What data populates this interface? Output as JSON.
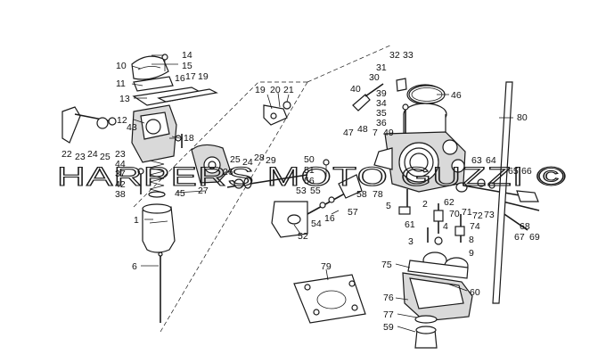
{
  "diagram": {
    "watermark": "HARPERS MOTO GUZZI ©",
    "callouts": [
      {
        "id": "c14",
        "text": "14"
      },
      {
        "id": "c10",
        "text": "10"
      },
      {
        "id": "c15",
        "text": "15"
      },
      {
        "id": "c16",
        "text": "16"
      },
      {
        "id": "c17",
        "text": "17"
      },
      {
        "id": "c11",
        "text": "11"
      },
      {
        "id": "c13",
        "text": "13"
      },
      {
        "id": "c19a",
        "text": "19"
      },
      {
        "id": "c12",
        "text": "12"
      },
      {
        "id": "c43",
        "text": "43"
      },
      {
        "id": "c18",
        "text": "18"
      },
      {
        "id": "c22",
        "text": "22"
      },
      {
        "id": "c23a",
        "text": "23"
      },
      {
        "id": "c24a",
        "text": "24"
      },
      {
        "id": "c25a",
        "text": "25"
      },
      {
        "id": "c23b",
        "text": "23"
      },
      {
        "id": "c44",
        "text": "44"
      },
      {
        "id": "c37",
        "text": "37"
      },
      {
        "id": "c42",
        "text": "42"
      },
      {
        "id": "c38",
        "text": "38"
      },
      {
        "id": "c45",
        "text": "45"
      },
      {
        "id": "c27",
        "text": "27"
      },
      {
        "id": "c1",
        "text": "1"
      },
      {
        "id": "c6",
        "text": "6"
      },
      {
        "id": "c19b",
        "text": "19"
      },
      {
        "id": "c20",
        "text": "20"
      },
      {
        "id": "c21",
        "text": "21"
      },
      {
        "id": "c25b",
        "text": "25"
      },
      {
        "id": "c24b",
        "text": "24"
      },
      {
        "id": "c28",
        "text": "28"
      },
      {
        "id": "c29",
        "text": "29"
      },
      {
        "id": "c26",
        "text": "26"
      },
      {
        "id": "c32",
        "text": "32"
      },
      {
        "id": "c33",
        "text": "33"
      },
      {
        "id": "c31",
        "text": "31"
      },
      {
        "id": "c30",
        "text": "30"
      },
      {
        "id": "c40",
        "text": "40"
      },
      {
        "id": "c39",
        "text": "39"
      },
      {
        "id": "c46",
        "text": "46"
      },
      {
        "id": "c34",
        "text": "34"
      },
      {
        "id": "c35",
        "text": "35"
      },
      {
        "id": "c36",
        "text": "36"
      },
      {
        "id": "c80",
        "text": "80"
      },
      {
        "id": "c47",
        "text": "47"
      },
      {
        "id": "c48",
        "text": "48"
      },
      {
        "id": "c7",
        "text": "7"
      },
      {
        "id": "c49",
        "text": "49"
      },
      {
        "id": "c50",
        "text": "50"
      },
      {
        "id": "c51",
        "text": "51"
      },
      {
        "id": "c56",
        "text": "56"
      },
      {
        "id": "c55",
        "text": "55"
      },
      {
        "id": "c53",
        "text": "53"
      },
      {
        "id": "c54",
        "text": "54"
      },
      {
        "id": "c16b",
        "text": "16"
      },
      {
        "id": "c52",
        "text": "52"
      },
      {
        "id": "c57",
        "text": "57"
      },
      {
        "id": "c58",
        "text": "58"
      },
      {
        "id": "c78",
        "text": "78"
      },
      {
        "id": "c5",
        "text": "5"
      },
      {
        "id": "c2",
        "text": "2"
      },
      {
        "id": "c62",
        "text": "62"
      },
      {
        "id": "c63",
        "text": "63"
      },
      {
        "id": "c64",
        "text": "64"
      },
      {
        "id": "c65",
        "text": "65"
      },
      {
        "id": "c66",
        "text": "66"
      },
      {
        "id": "c70",
        "text": "70"
      },
      {
        "id": "c71",
        "text": "71"
      },
      {
        "id": "c72",
        "text": "72"
      },
      {
        "id": "c73",
        "text": "73"
      },
      {
        "id": "c61",
        "text": "61"
      },
      {
        "id": "c4",
        "text": "4"
      },
      {
        "id": "c74",
        "text": "74"
      },
      {
        "id": "c68",
        "text": "68"
      },
      {
        "id": "c67",
        "text": "67"
      },
      {
        "id": "c69",
        "text": "69"
      },
      {
        "id": "c3",
        "text": "3"
      },
      {
        "id": "c8",
        "text": "8"
      },
      {
        "id": "c9",
        "text": "9"
      },
      {
        "id": "c75",
        "text": "75"
      },
      {
        "id": "c79",
        "text": "79"
      },
      {
        "id": "c60",
        "text": "60"
      },
      {
        "id": "c76",
        "text": "76"
      },
      {
        "id": "c77",
        "text": "77"
      },
      {
        "id": "c59",
        "text": "59"
      }
    ]
  }
}
